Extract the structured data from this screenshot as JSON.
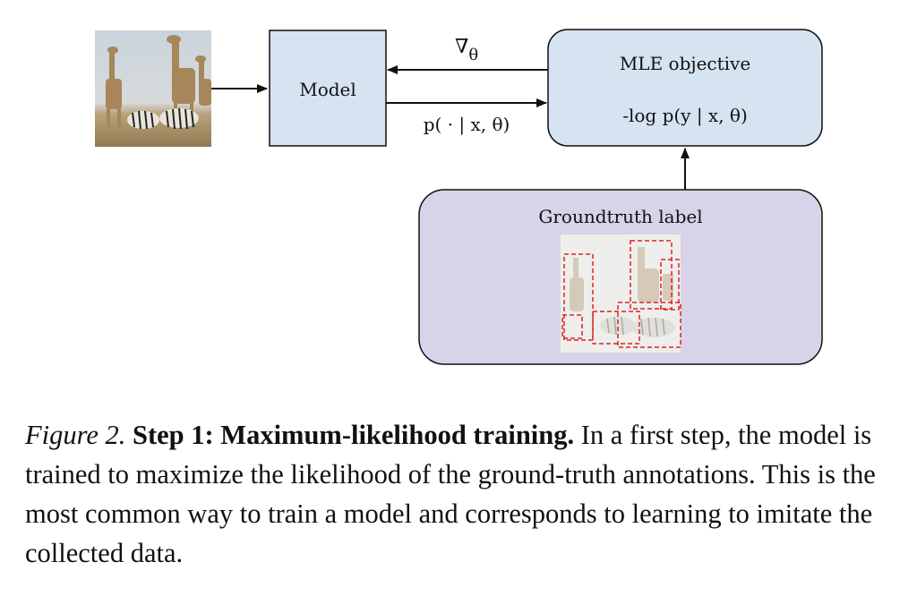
{
  "diagram": {
    "model_label": "Model",
    "objective_title": "MLE objective",
    "objective_formula": "-log p(y | x, θ)",
    "gradient_symbol": "∇",
    "gradient_subscript": "θ",
    "forward_label": "p( · | x, θ)",
    "groundtruth_title": "Groundtruth label"
  },
  "caption": {
    "figure_label": "Figure 2.",
    "bold_text": "Step 1: Maximum-likelihood training.",
    "body_text": "In a first step, the model is trained to maximize the likelihood of the ground-truth annotations. This is the most common way to train a model and corresponds to learning to imitate the collected data."
  },
  "colors": {
    "model_fill": "#d6e3f1",
    "objective_fill": "#d6e3f1",
    "groundtruth_fill": "#d8d3e8",
    "bbox_stroke": "#e02020"
  }
}
